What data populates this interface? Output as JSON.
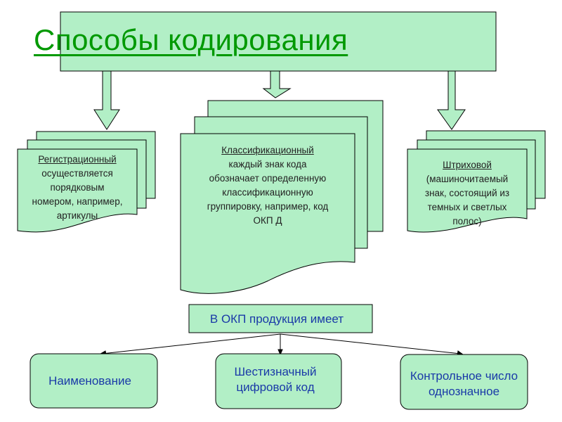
{
  "title": "Способы кодирования",
  "colors": {
    "fill": "#b2efc6",
    "title": "#009900",
    "text_blue": "#1a3aa8",
    "stroke": "#000000"
  },
  "methods": [
    {
      "heading": "Регистрационный",
      "body": [
        "осуществляется",
        "порядковым",
        "номером, например,",
        "артикулы"
      ]
    },
    {
      "heading": "Классификационный",
      "body": [
        "каждый знак кода",
        "обозначает определенную",
        "классификационную",
        "группировку, например, код",
        "ОКП Д"
      ]
    },
    {
      "heading": "Штриховой",
      "body": [
        "(машиночитаемый",
        "знак, состоящий из",
        "темных и светлых",
        "полос)"
      ]
    }
  ],
  "okp": {
    "label": "В ОКП продукция имеет",
    "items": [
      {
        "lines": [
          "Наименование"
        ]
      },
      {
        "lines": [
          "Шестизначный",
          "цифровой код"
        ]
      },
      {
        "lines": [
          "Контрольное число",
          "однозначное"
        ]
      }
    ]
  }
}
